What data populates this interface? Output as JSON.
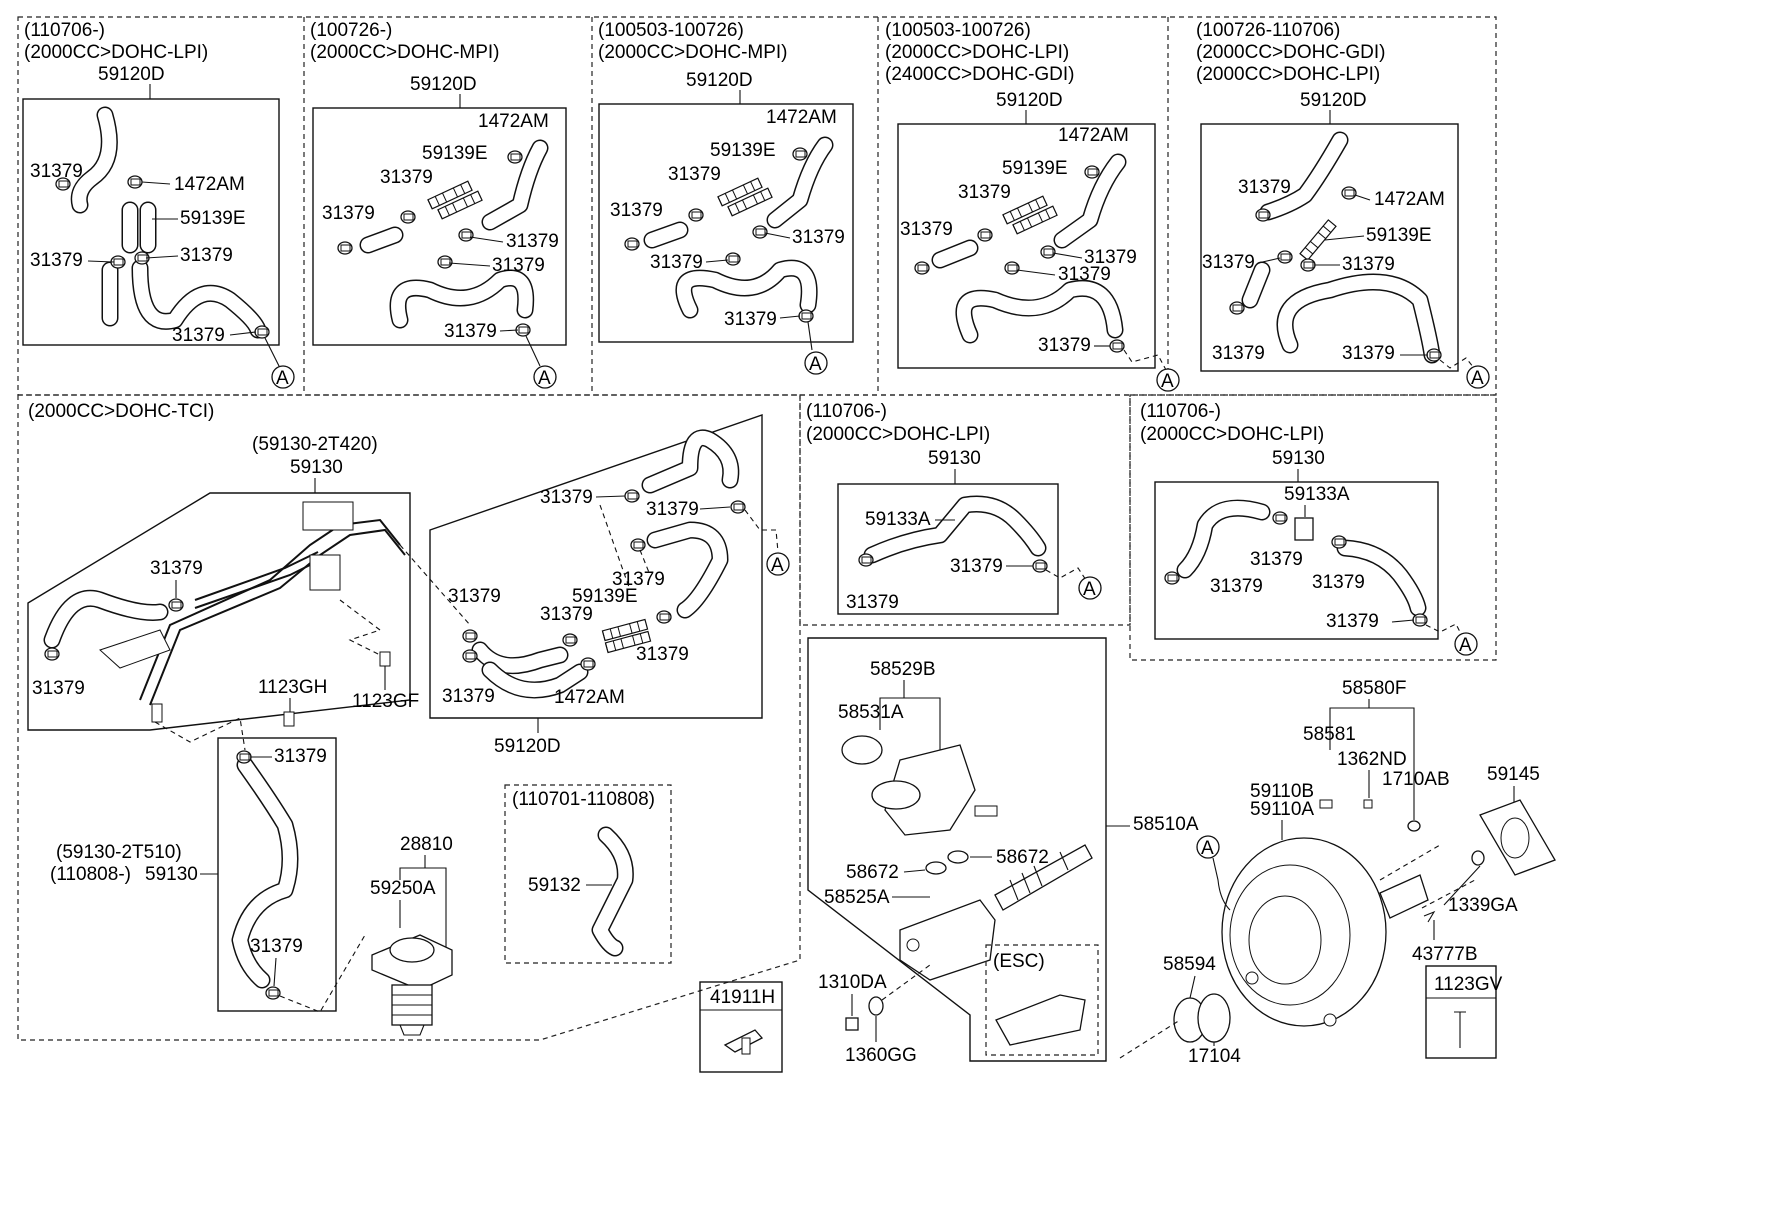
{
  "callout_letter": "A",
  "sections": {
    "s1": {
      "header": [
        "(110706-)",
        "(2000CC>DOHC-LPI)"
      ],
      "assembly": "59120D",
      "labels": [
        "31379",
        "1472AM",
        "59139E",
        "31379",
        "31379",
        "31379"
      ]
    },
    "s2": {
      "header": [
        "(100726-)",
        "(2000CC>DOHC-MPI)"
      ],
      "assembly": "59120D",
      "labels": [
        "1472AM",
        "59139E",
        "31379",
        "31379",
        "31379",
        "31379",
        "31379"
      ]
    },
    "s3": {
      "header": [
        "(100503-100726)",
        "(2000CC>DOHC-MPI)"
      ],
      "assembly": "59120D",
      "labels": [
        "1472AM",
        "59139E",
        "31379",
        "31379",
        "31379",
        "31379",
        "31379"
      ]
    },
    "s4": {
      "header": [
        "(100503-100726)",
        "(2000CC>DOHC-LPI)",
        "(2400CC>DOHC-GDI)"
      ],
      "assembly": "59120D",
      "labels": [
        "1472AM",
        "59139E",
        "31379",
        "31379",
        "31379",
        "31379",
        "31379"
      ]
    },
    "s5": {
      "header": [
        "(100726-110706)",
        "(2000CC>DOHC-GDI)",
        "(2000CC>DOHC-LPI)"
      ],
      "assembly": "59120D",
      "labels": [
        "31379",
        "1472AM",
        "59139E",
        "31379",
        "31379",
        "31379",
        "31379"
      ]
    },
    "tci": {
      "header": "(2000CC>DOHC-TCI)",
      "assembly_code": "(59130-2T420)",
      "assembly": "59130",
      "left_labels": [
        "31379",
        "31379",
        "1123GH",
        "1123GF"
      ],
      "hose_set": {
        "assembly": "59120D",
        "labels": [
          "31379",
          "31379",
          "31379",
          "59139E",
          "31379",
          "31379",
          "31379",
          "1472AM",
          "31379"
        ]
      },
      "lower_hose": {
        "code": "(59130-2T510)",
        "date": "(110808-)",
        "part": "59130",
        "labels": [
          "31379",
          "31379"
        ]
      },
      "pump": {
        "labels": [
          "28810",
          "59250A"
        ]
      },
      "sub_box": {
        "header": "(110701-110808)",
        "part": "59132"
      }
    },
    "s6": {
      "header": [
        "(110706-)",
        "(2000CC>DOHC-LPI)"
      ],
      "assembly": "59130",
      "labels": [
        "59133A",
        "31379",
        "31379"
      ]
    },
    "s7": {
      "header": [
        "(110706-)",
        "(2000CC>DOHC-LPI)"
      ],
      "assembly": "59130",
      "labels": [
        "59133A",
        "31379",
        "31379",
        "31379"
      ]
    },
    "master_cylinder": {
      "assembly": "58510A",
      "labels": [
        "58529B",
        "58531A",
        "58672",
        "58672",
        "58525A",
        "1310DA",
        "1360GG"
      ],
      "esc": "(ESC)"
    },
    "booster": {
      "labels": [
        "58580F",
        "58581",
        "1362ND",
        "1710AB",
        "59145",
        "59110B",
        "59110A",
        "1339GA",
        "43777B",
        "58594",
        "17104"
      ]
    },
    "small_boxes": {
      "box1": "41911H",
      "box2": "1123GV"
    }
  }
}
